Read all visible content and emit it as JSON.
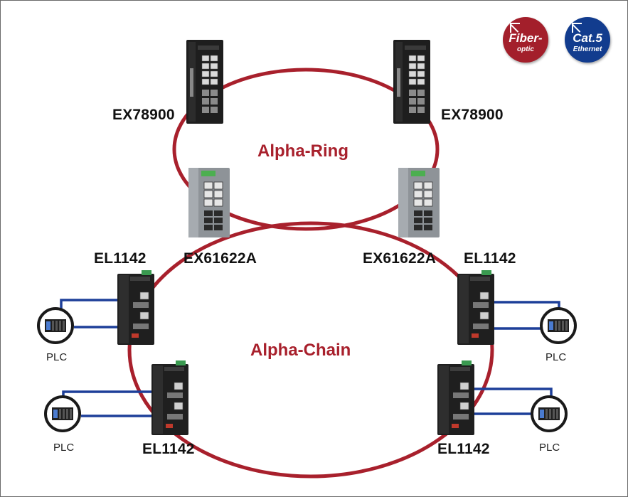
{
  "diagram": {
    "ring_label": "Alpha-Ring",
    "chain_label": "Alpha-Chain",
    "devices": {
      "ring_top_left": "EX78900",
      "ring_top_right": "EX78900",
      "ring_bottom_left": "EX61622A",
      "ring_bottom_right": "EX61622A",
      "chain_top_left": "EL1142",
      "chain_top_right": "EL1142",
      "chain_bottom_left": "EL1142",
      "chain_bottom_right": "EL1142"
    },
    "plc": [
      "PLC",
      "PLC",
      "PLC",
      "PLC"
    ]
  },
  "legend": {
    "fiber": {
      "line1": "Fiber-",
      "line2": "optic",
      "color": "#a31f2b"
    },
    "cat5": {
      "line1": "Cat.5",
      "line2": "Ethernet",
      "color": "#123c8e"
    }
  },
  "colors": {
    "fiber_link": "#a8202c",
    "copper_link": "#1d3f99",
    "switch_body": "#222222",
    "ex61622a_body": "#8b9196"
  },
  "icons": {
    "switch": "industrial-switch-icon",
    "plc": "plc-icon"
  }
}
